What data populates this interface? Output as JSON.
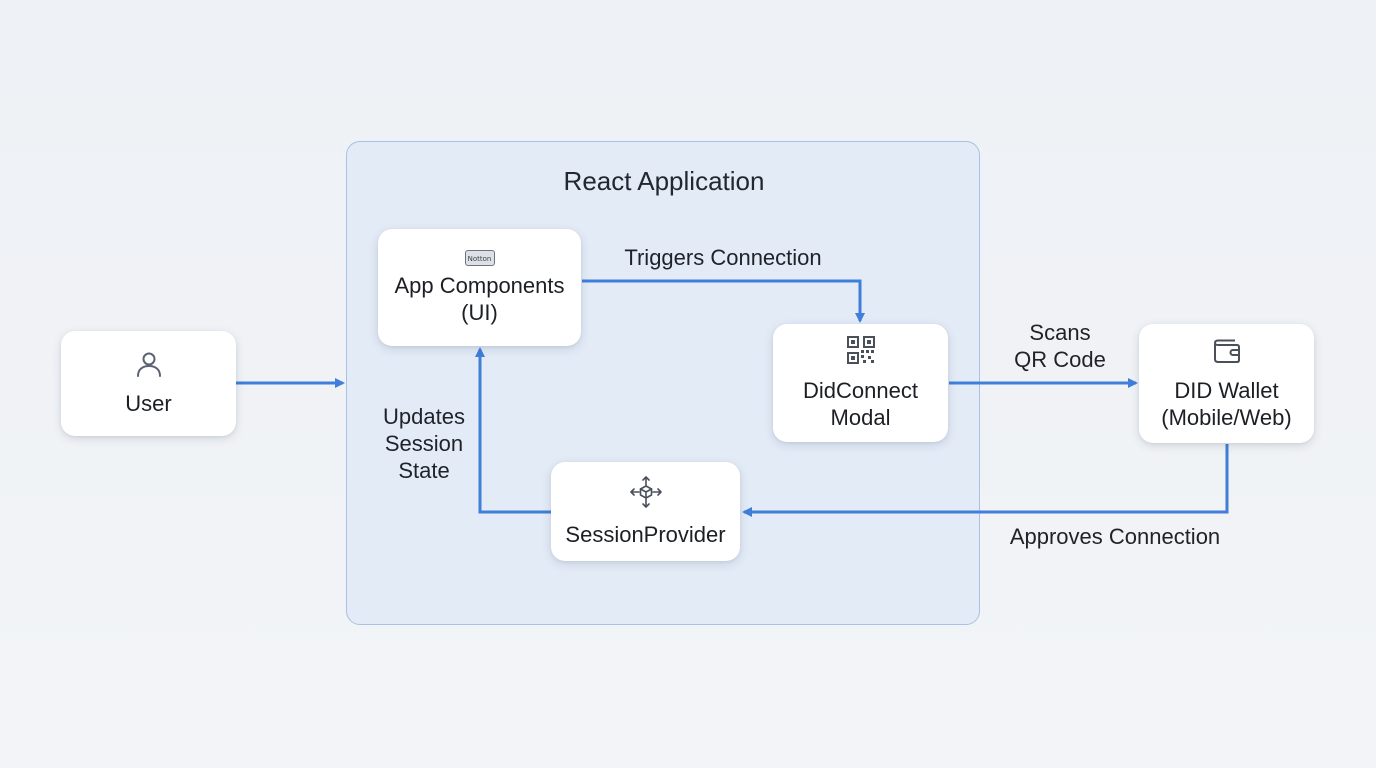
{
  "diagram": {
    "container": {
      "title": "React Application"
    },
    "nodes": {
      "user": {
        "label": "User",
        "icon": "user-icon"
      },
      "app_components": {
        "label": "App Components\n(UI)",
        "icon": "button-icon",
        "icon_text": "Notton"
      },
      "didconnect_modal": {
        "label": "DidConnect\nModal",
        "icon": "qr-code-icon"
      },
      "session_provider": {
        "label": "SessionProvider",
        "icon": "move-arrows-icon"
      },
      "did_wallet": {
        "label": "DID Wallet\n(Mobile/Web)",
        "icon": "wallet-icon"
      }
    },
    "edges": [
      {
        "from": "user",
        "to": "react_application",
        "label": ""
      },
      {
        "from": "app_components",
        "to": "didconnect_modal",
        "label": "Triggers Connection"
      },
      {
        "from": "didconnect_modal",
        "to": "did_wallet",
        "label": "Scans\nQR Code"
      },
      {
        "from": "did_wallet",
        "to": "session_provider",
        "label": "Approves Connection"
      },
      {
        "from": "session_provider",
        "to": "app_components",
        "label": "Updates\nSession\nState"
      }
    ],
    "colors": {
      "arrow": "#3f7fd9",
      "container_fill": "#e3ebf7",
      "container_border": "#a9c1e6",
      "node_fill": "#ffffff"
    }
  }
}
